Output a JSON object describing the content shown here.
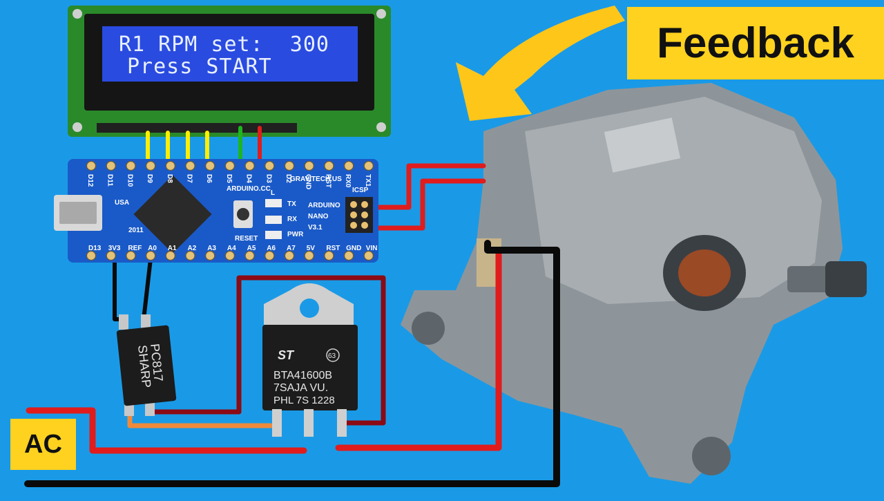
{
  "labels": {
    "feedback": "Feedback",
    "ac": "AC"
  },
  "lcd": {
    "line1": "R1 RPM set:  300",
    "line2": "Press START"
  },
  "arduino": {
    "brand": "ARDUINO",
    "model": "NANO",
    "version": "V3.1",
    "maker": "GRAVITECH.US",
    "site": "ARDUINO.CC",
    "origin": "USA",
    "year": "2011",
    "icsp": "ICSP",
    "reset": "RESET",
    "tx": "TX",
    "rx": "RX",
    "pwr": "PWR",
    "l": "L",
    "top_pins": [
      "D12",
      "D11",
      "D10",
      "D9",
      "D8",
      "D7",
      "D6",
      "D5",
      "D4",
      "D3",
      "D2",
      "GND",
      "RST",
      "RX0",
      "TX1"
    ],
    "bottom_pins": [
      "D13",
      "3V3",
      "REF",
      "A0",
      "A1",
      "A2",
      "A3",
      "A4",
      "A5",
      "A6",
      "A7",
      "5V",
      "RST",
      "GND",
      "VIN"
    ]
  },
  "optocoupler": {
    "line1": "PC817",
    "line2": "SHARP"
  },
  "triac": {
    "line1": "BTA41600B",
    "line2": "7SAJA VU.",
    "line3": "PHL 7S 1228",
    "badge": "63"
  },
  "colors": {
    "background": "#1a9ae6",
    "label_bg": "#ffd21f",
    "arrow": "#ffc61a",
    "wire_red": "#e01c1c",
    "wire_dark_red": "#8b0a14",
    "wire_black": "#0a0a0a",
    "wire_yellow": "#ffee00",
    "wire_green": "#1fb51f",
    "wire_orange": "#f08a3a",
    "lcd_screen": "#2a4be0",
    "pcb": "#1a5ac8"
  }
}
